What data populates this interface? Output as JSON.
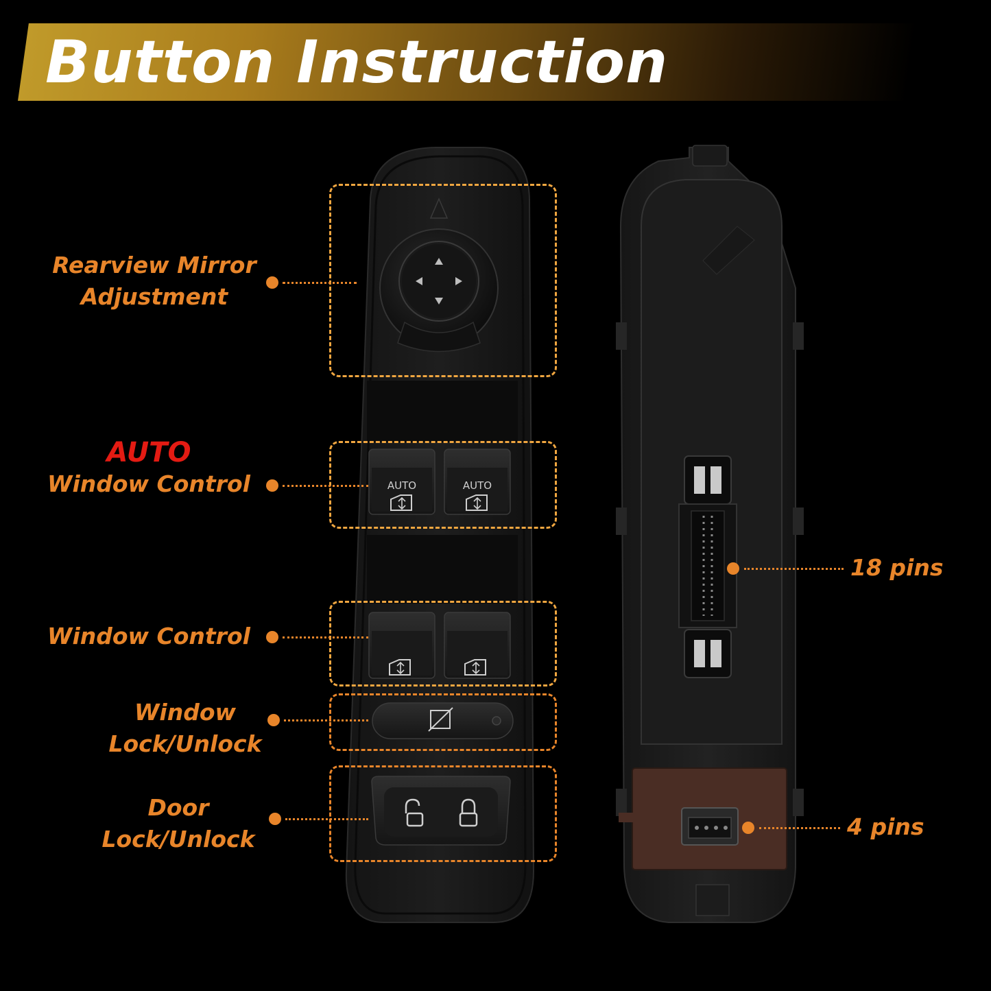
{
  "title": "Button Instruction",
  "colors": {
    "accent": "#e8852a",
    "accent_light": "#f0a640",
    "auto_red": "#e41b13",
    "banner_gold": "#c09a2a"
  },
  "callouts": {
    "mirror": [
      "Rearview Mirror",
      "Adjustment"
    ],
    "auto": [
      "AUTO",
      "Window Control"
    ],
    "window": [
      "Window Control"
    ],
    "window_lock": [
      "Window",
      "Lock/Unlock"
    ],
    "door_lock": [
      "Door",
      "Lock/Unlock"
    ],
    "pins18": [
      "18 pins"
    ],
    "pins4": [
      "4 pins"
    ]
  },
  "switch": {
    "auto_button_labels": [
      "AUTO",
      "AUTO"
    ]
  },
  "icons": {
    "mirror": "mirror-joystick-icon",
    "window": "window-updown-icon",
    "window_lock": "window-lock-icon",
    "door_unlock": "padlock-open-icon",
    "door_lock": "padlock-closed-icon"
  }
}
